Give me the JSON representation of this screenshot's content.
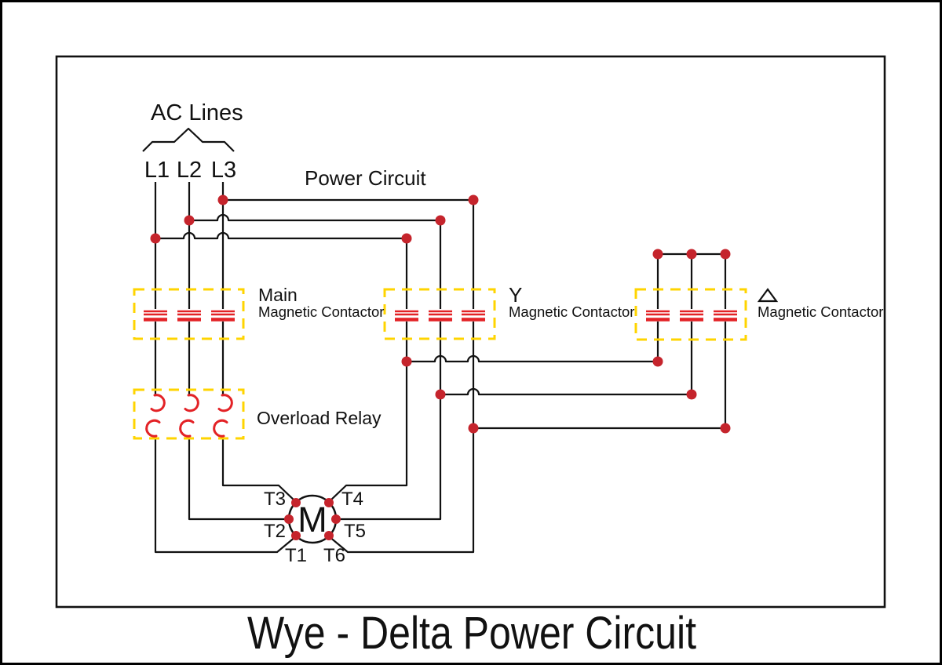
{
  "title": "Wye - Delta Power Circuit",
  "ac": {
    "group_label": "AC Lines",
    "lines": [
      "L1",
      "L2",
      "L3"
    ]
  },
  "power_circuit_label": "Power Circuit",
  "contactors": {
    "main": {
      "line1": "Main",
      "line2": "Magnetic Contactor"
    },
    "wye": {
      "line1": "Y",
      "line2": "Magnetic Contactor"
    },
    "delta": {
      "symbol": "delta-triangle",
      "line2": "Magnetic Contactor"
    }
  },
  "overload_relay_label": "Overload Relay",
  "motor": {
    "label": "M",
    "terminals": [
      "T1",
      "T2",
      "T3",
      "T4",
      "T5",
      "T6"
    ]
  },
  "colors": {
    "wire": "#111111",
    "junction": "#c5242c",
    "contact": "#e32226",
    "box": "#ffd400"
  }
}
